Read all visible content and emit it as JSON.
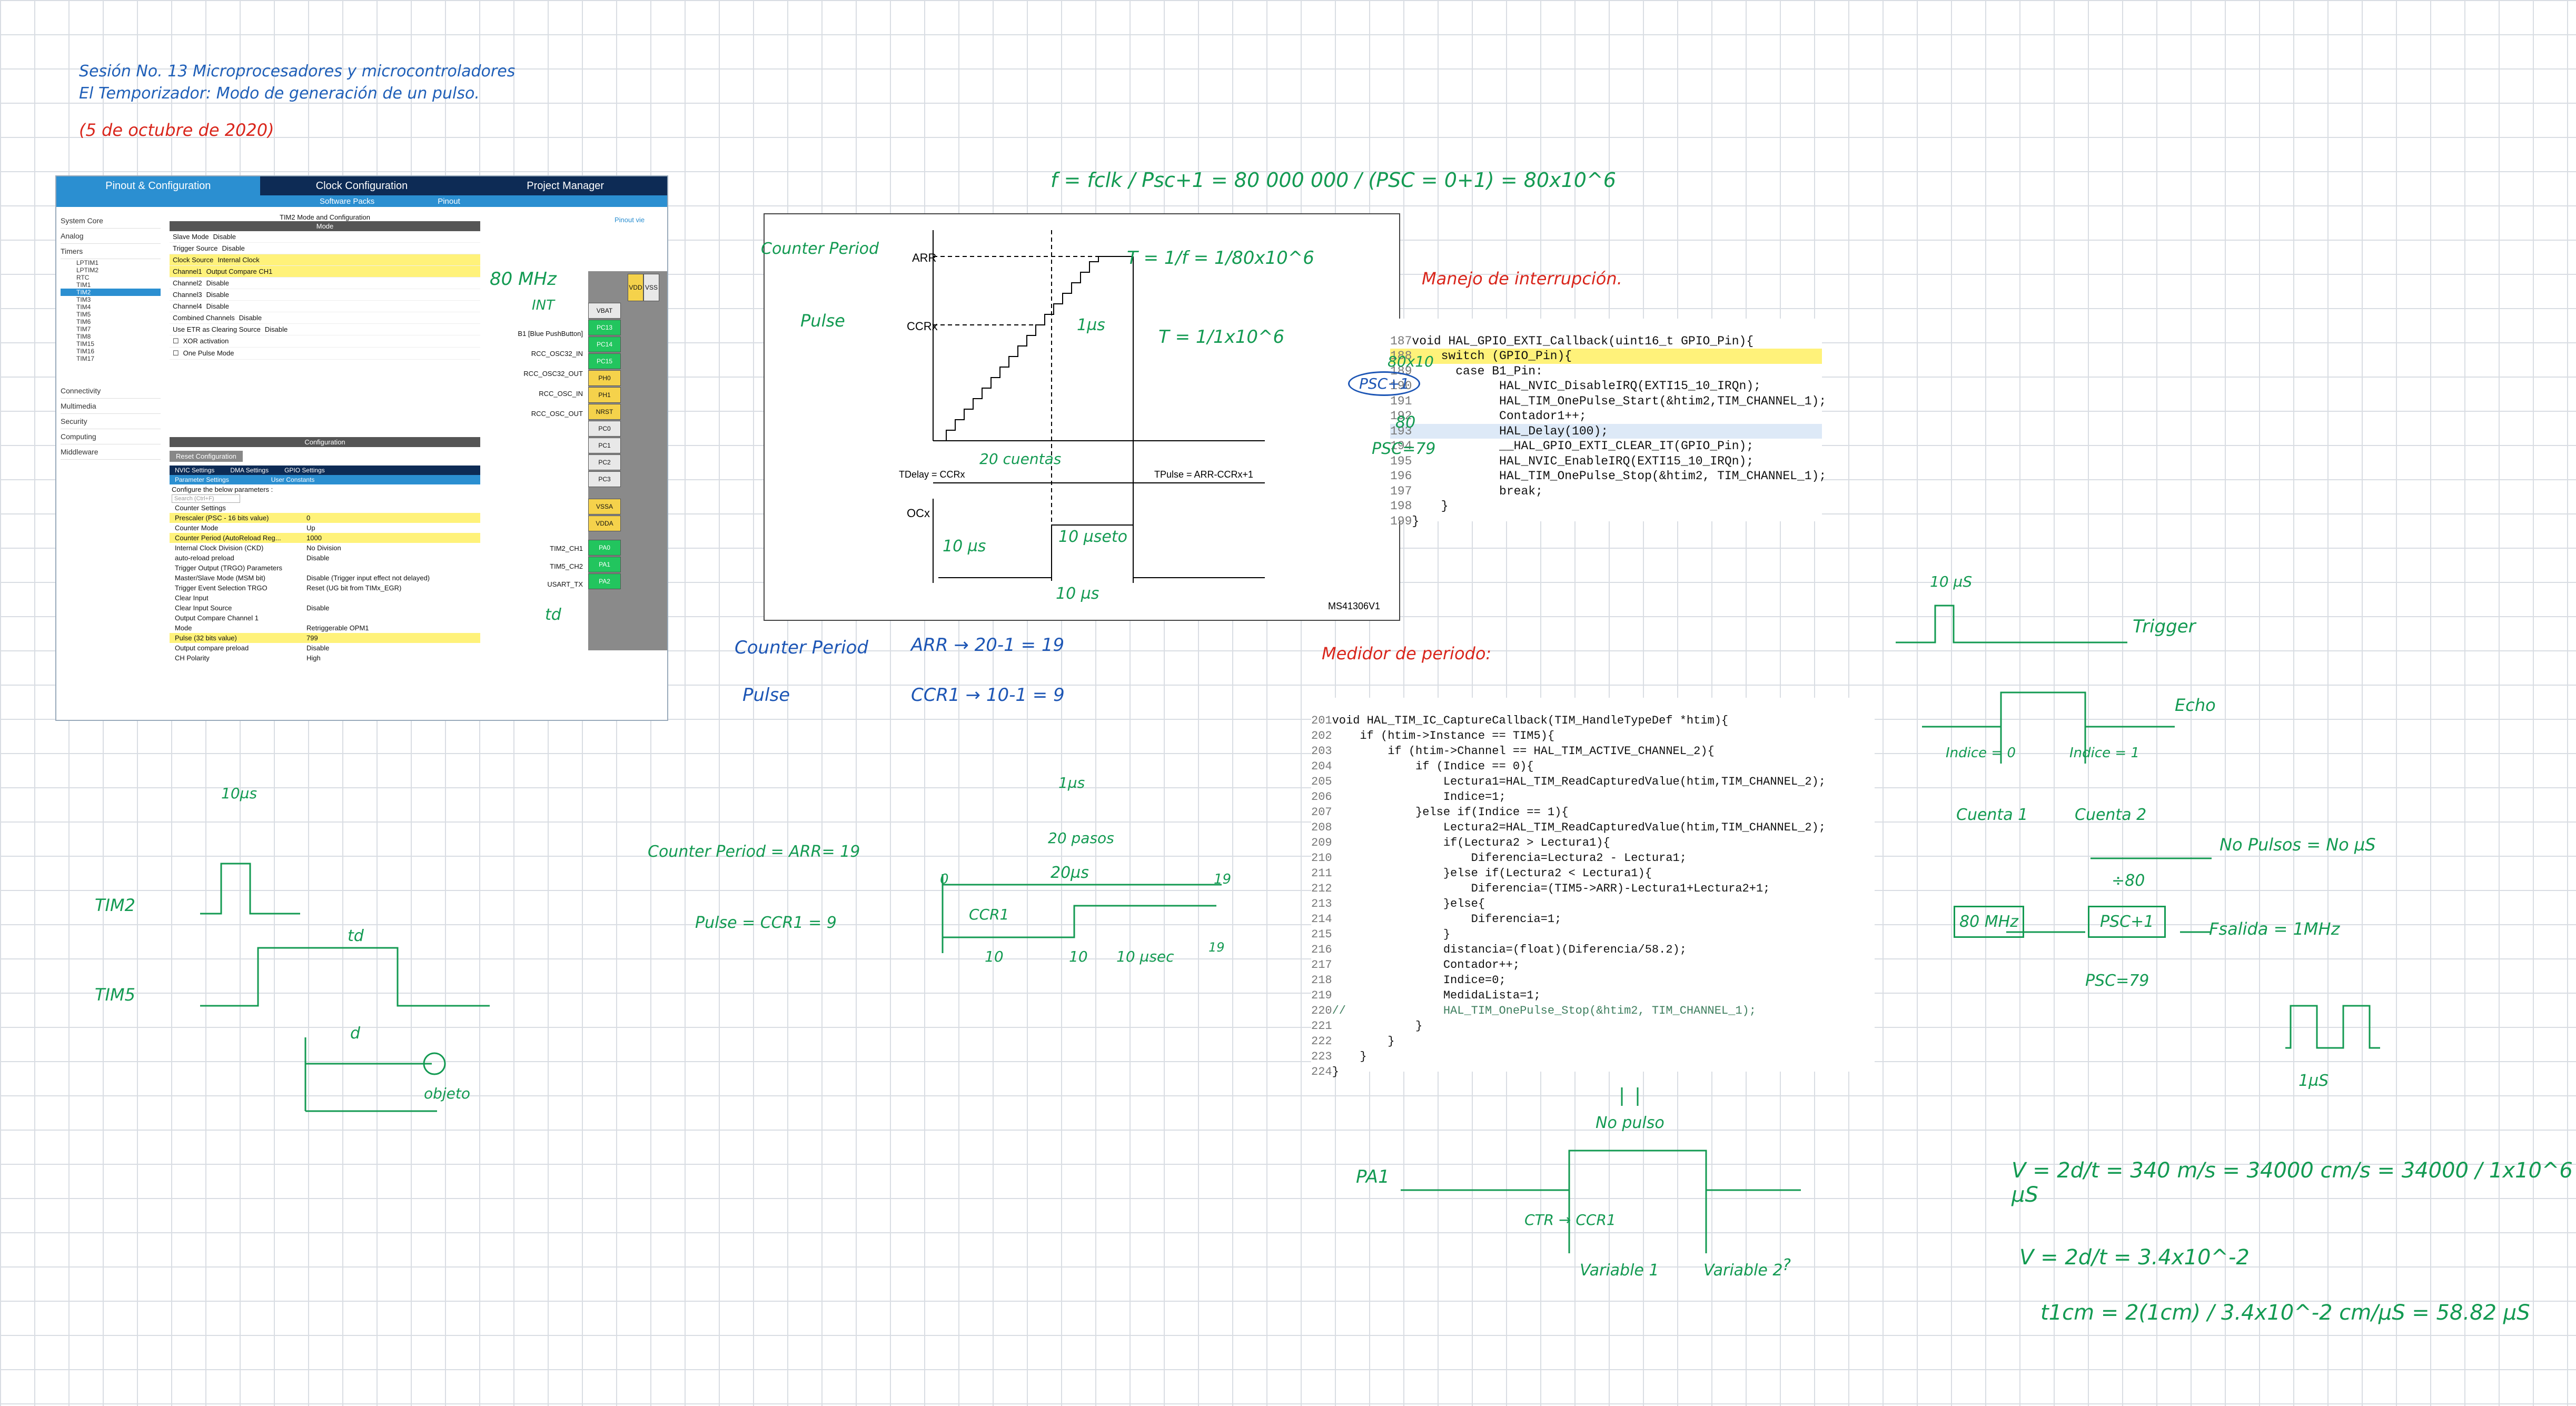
{
  "header": {
    "line1": "Sesión No. 13 Microprocesadores y microcontroladores",
    "line2": "El Temporizador: Modo de generación de un pulso.",
    "date": "(5 de octubre de 2020)"
  },
  "cube": {
    "tabs": [
      "Pinout & Configuration",
      "Clock Configuration",
      "Project Manager"
    ],
    "sub_tabs": [
      "Software Packs",
      "Pinout"
    ],
    "categories": [
      "System Core",
      "Analog",
      "Timers",
      "Connectivity",
      "Multimedia",
      "Security",
      "Computing",
      "Middleware"
    ],
    "timers": [
      "LPTIM1",
      "LPTIM2",
      "RTC",
      "TIM1",
      "TIM2",
      "TIM3",
      "TIM4",
      "TIM5",
      "TIM6",
      "TIM7",
      "TIM8",
      "TIM15",
      "TIM16",
      "TIM17"
    ],
    "mode_title": "TIM2 Mode and Configuration",
    "mode_header": "Mode",
    "mode_rows": [
      {
        "label": "Slave Mode",
        "value": "Disable"
      },
      {
        "label": "Trigger Source",
        "value": "Disable"
      },
      {
        "label": "Clock Source",
        "value": "Internal Clock"
      },
      {
        "label": "Channel1",
        "value": "Output Compare CH1"
      },
      {
        "label": "Channel2",
        "value": "Disable"
      },
      {
        "label": "Channel3",
        "value": "Disable"
      },
      {
        "label": "Channel4",
        "value": "Disable"
      },
      {
        "label": "Combined Channels",
        "value": "Disable"
      },
      {
        "label": "Use ETR as Clearing Source",
        "value": "Disable"
      },
      {
        "label": "XOR activation",
        "value": ""
      },
      {
        "label": "One Pulse Mode",
        "value": ""
      }
    ],
    "config_header": "Configuration",
    "reset_button": "Reset Configuration",
    "config_tabs": [
      "NVIC Settings",
      "DMA Settings",
      "GPIO Settings",
      "Parameter Settings",
      "User Constants"
    ],
    "config_caption": "Configure the below parameters :",
    "search_placeholder": "Search (Ctrl+F)",
    "params": [
      {
        "label": "Counter Settings",
        "value": ""
      },
      {
        "label": "Prescaler (PSC - 16 bits value)",
        "value": "0"
      },
      {
        "label": "Counter Mode",
        "value": "Up"
      },
      {
        "label": "Counter Period (AutoReload Reg...",
        "value": "1000"
      },
      {
        "label": "Internal Clock Division (CKD)",
        "value": "No Division"
      },
      {
        "label": "auto-reload preload",
        "value": "Disable"
      },
      {
        "label": "Trigger Output (TRGO) Parameters",
        "value": ""
      },
      {
        "label": "Master/Slave Mode (MSM bit)",
        "value": "Disable (Trigger input effect not delayed)"
      },
      {
        "label": "Trigger Event Selection TRGO",
        "value": "Reset (UG bit from TIMx_EGR)"
      },
      {
        "label": "Clear Input",
        "value": ""
      },
      {
        "label": "Clear Input Source",
        "value": "Disable"
      },
      {
        "label": "Output Compare Channel 1",
        "value": ""
      },
      {
        "label": "Mode",
        "value": "Retriggerable OPM1"
      },
      {
        "label": "Pulse (32 bits value)",
        "value": "799"
      },
      {
        "label": "Output compare preload",
        "value": "Disable"
      },
      {
        "label": "CH Polarity",
        "value": "High"
      }
    ],
    "pin_labels": [
      "B1 [Blue PushButton]",
      "RCC_OSC32_IN",
      "RCC_OSC32_OUT",
      "RCC_OSC_IN",
      "RCC_OSC_OUT",
      "TIM2_CH1",
      "TIM5_CH2",
      "USART_TX"
    ],
    "pins": [
      "VBAT",
      "PC13",
      "PC14",
      "PC15",
      "PH0",
      "PH1",
      "NRST",
      "PC0",
      "PC1",
      "PC2",
      "PC3",
      "VSSA",
      "VDDA",
      "PA0",
      "PA1",
      "PA2"
    ],
    "chip_top": [
      "VDD",
      "VSS"
    ],
    "pinout_view": "Pinout vie"
  },
  "diagram": {
    "labels": [
      "ARR",
      "CCRx",
      "OCx",
      "TDelay = CCRx",
      "TPulse = ARR-CCRx+1",
      "MS41306V1"
    ]
  },
  "handwritten": {
    "fclk": "f = fclk / Psc+1 = 80 000 000 / (PSC = 0+1) = 80x10^6",
    "T1": "T = 1/f = 1/80x10^6",
    "T2": "T = 1/1x10^6",
    "one_us": "1µs",
    "counter_period_label": "Counter Period",
    "pulse_label": "Pulse",
    "twenty_counts": "20 cuentas",
    "ten_us_a": "10 µs",
    "ten_us_b": "10 µseto",
    "ten_us_c": "10 µs",
    "arr_eq": "ARR → 20-1 = 19",
    "ccr_eq": "CCR1 → 10-1 = 9",
    "counter_period_label2": "Counter Period",
    "pulse_label2": "Pulse",
    "eighty_mhz": "80 MHz",
    "int": "INT",
    "psc1": "PSC+1",
    "eighty": "80",
    "psc79": "PSC=79",
    "eighty_x": "80x10",
    "td": "td",
    "tim2": "TIM2",
    "tim5": "TIM5",
    "ten_us_top": "10µs",
    "d": "d",
    "objeto": "objeto",
    "arr19": "Counter Period = ARR= 19",
    "ccr9": "Pulse = CCR1 = 9",
    "one_us_b": "1µs",
    "twenty_pasos": "20 pasos",
    "twenty_us": "20µs",
    "zero": "0",
    "nineteen": "19",
    "ccr1": "CCR1",
    "ten": "10",
    "ten_b": "10",
    "ten_usec": "10 µsec",
    "nineteen_b": "19",
    "ten_us_r": "10 µS",
    "trigger": "Trigger",
    "echo": "Echo",
    "indice0": "Indice = 0",
    "indice1": "Indice = 1",
    "cuenta1": "Cuenta 1",
    "cuenta2": "Cuenta 2",
    "no_pulsos": "No Pulsos = No µS",
    "div80": "÷80",
    "box80": "80 MHz",
    "boxpsc": "PSC+1",
    "fsalida": "Fsalida = 1MHz",
    "psc79b": "PSC=79",
    "one_us_r": "1µS",
    "no_pulso": "No pulso",
    "pa1": "PA1",
    "ctr_ccr1": "CTR → CCR1",
    "variable1": "Variable 1",
    "variable2": "Variable 2",
    "v_eq": "V = 2d/t = 340 m/s = 34000 cm/s = 34000 / 1x10^6 µS",
    "v_eq2": "V = 2d/t = 3.4x10^-2",
    "t_eq": "t1cm = 2(1cm) / 3.4x10^-2 cm/µS = 58.82 µS",
    "question": "?"
  },
  "sections": {
    "interrupt": "Manejo de interrupción.",
    "period": "Medidor de periodo:"
  },
  "code1": {
    "lines": [
      {
        "n": "187",
        "t": "void HAL_GPIO_EXTI_Callback(uint16_t GPIO_Pin){"
      },
      {
        "n": "188",
        "t": "    switch (GPIO_Pin){"
      },
      {
        "n": "189",
        "t": "      case B1_Pin:"
      },
      {
        "n": "190",
        "t": "            HAL_NVIC_DisableIRQ(EXTI15_10_IRQn);"
      },
      {
        "n": "191",
        "t": "            HAL_TIM_OnePulse_Start(&htim2,TIM_CHANNEL_1);"
      },
      {
        "n": "192",
        "t": "            Contador1++;"
      },
      {
        "n": "193",
        "t": "            HAL_Delay(100);"
      },
      {
        "n": "194",
        "t": "            __HAL_GPIO_EXTI_CLEAR_IT(GPIO_Pin);"
      },
      {
        "n": "195",
        "t": "            HAL_NVIC_EnableIRQ(EXTI15_10_IRQn);"
      },
      {
        "n": "196",
        "t": "            HAL_TIM_OnePulse_Stop(&htim2, TIM_CHANNEL_1);"
      },
      {
        "n": "197",
        "t": "            break;"
      },
      {
        "n": "198",
        "t": "    }"
      },
      {
        "n": "199",
        "t": "}"
      }
    ]
  },
  "code2": {
    "lines": [
      {
        "n": "201",
        "t": "void HAL_TIM_IC_CaptureCallback(TIM_HandleTypeDef *htim){"
      },
      {
        "n": "202",
        "t": "    if (htim->Instance == TIM5){"
      },
      {
        "n": "203",
        "t": "        if (htim->Channel == HAL_TIM_ACTIVE_CHANNEL_2){"
      },
      {
        "n": "204",
        "t": "            if (Indice == 0){"
      },
      {
        "n": "205",
        "t": "                Lectura1=HAL_TIM_ReadCapturedValue(htim,TIM_CHANNEL_2);"
      },
      {
        "n": "206",
        "t": "                Indice=1;"
      },
      {
        "n": "207",
        "t": "            }else if(Indice == 1){"
      },
      {
        "n": "208",
        "t": "                Lectura2=HAL_TIM_ReadCapturedValue(htim,TIM_CHANNEL_2);"
      },
      {
        "n": "209",
        "t": "                if(Lectura2 > Lectura1){"
      },
      {
        "n": "210",
        "t": "                    Diferencia=Lectura2 - Lectura1;"
      },
      {
        "n": "211",
        "t": "                }else if(Lectura2 < Lectura1){"
      },
      {
        "n": "212",
        "t": "                    Diferencia=(TIM5->ARR)-Lectura1+Lectura2+1;"
      },
      {
        "n": "213",
        "t": "                }else{"
      },
      {
        "n": "214",
        "t": "                    Diferencia=1;"
      },
      {
        "n": "215",
        "t": "                }"
      },
      {
        "n": "216",
        "t": "                distancia=(float)(Diferencia/58.2);"
      },
      {
        "n": "217",
        "t": "                Contador++;"
      },
      {
        "n": "218",
        "t": "                Indice=0;"
      },
      {
        "n": "219",
        "t": "                MedidaLista=1;"
      },
      {
        "n": "220",
        "t": "//              HAL_TIM_OnePulse_Stop(&htim2, TIM_CHANNEL_1);"
      },
      {
        "n": "221",
        "t": "            }"
      },
      {
        "n": "222",
        "t": "        }"
      },
      {
        "n": "223",
        "t": "    }"
      },
      {
        "n": "224",
        "t": "}"
      }
    ]
  }
}
